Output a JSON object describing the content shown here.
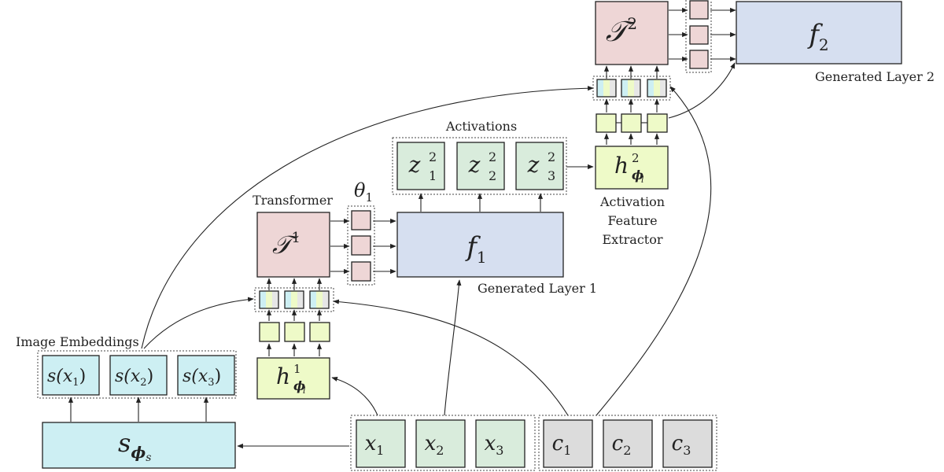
{
  "colors": {
    "transformer": "#eed6d6",
    "layer": "#d6dff0",
    "activation": "#d9ecdc",
    "extractor": "#eefac8",
    "embedding": "#cdeff3",
    "context": "#dcdcdc",
    "feature_strip": [
      "#cdeff3",
      "#eefac8",
      "#e6e6e6"
    ]
  },
  "labels": {
    "transformer": "Transformer",
    "theta": "θ",
    "theta_sub": "1",
    "activations": "Activations",
    "extractor_lines": [
      "Activation",
      "Feature",
      "Extractor"
    ],
    "generated_layer_1": "Generated Layer 1",
    "generated_layer_2": "Generated Layer 2",
    "image_embeddings": "Image Embeddings"
  },
  "nodes": {
    "T1": {
      "base": "𝒯",
      "sup": "1"
    },
    "T2": {
      "base": "𝒯",
      "sup": "2"
    },
    "f1": {
      "base": "f",
      "sub": "1"
    },
    "f2": {
      "base": "f",
      "sub": "2"
    },
    "z": [
      {
        "base": "z",
        "sup": "2",
        "sub": "1"
      },
      {
        "base": "z",
        "sup": "2",
        "sub": "2"
      },
      {
        "base": "z",
        "sup": "2",
        "sub": "3"
      }
    ],
    "h1": {
      "base": "h",
      "sup": "1",
      "sub": "ϕ",
      "subsub": "l"
    },
    "h2": {
      "base": "h",
      "sup": "2",
      "sub": "ϕ",
      "subsub": "l"
    },
    "s": [
      {
        "text": "s(x",
        "sub": "1",
        "close": ")"
      },
      {
        "text": "s(x",
        "sub": "2",
        "close": ")"
      },
      {
        "text": "s(x",
        "sub": "3",
        "close": ")"
      }
    ],
    "s_phi": {
      "base": "s",
      "sub": "ϕ",
      "subsub": "s"
    },
    "x": [
      {
        "base": "x",
        "sub": "1"
      },
      {
        "base": "x",
        "sub": "2"
      },
      {
        "base": "x",
        "sub": "3"
      }
    ],
    "c": [
      {
        "base": "c",
        "sub": "1"
      },
      {
        "base": "c",
        "sub": "2"
      },
      {
        "base": "c",
        "sub": "3"
      }
    ]
  }
}
